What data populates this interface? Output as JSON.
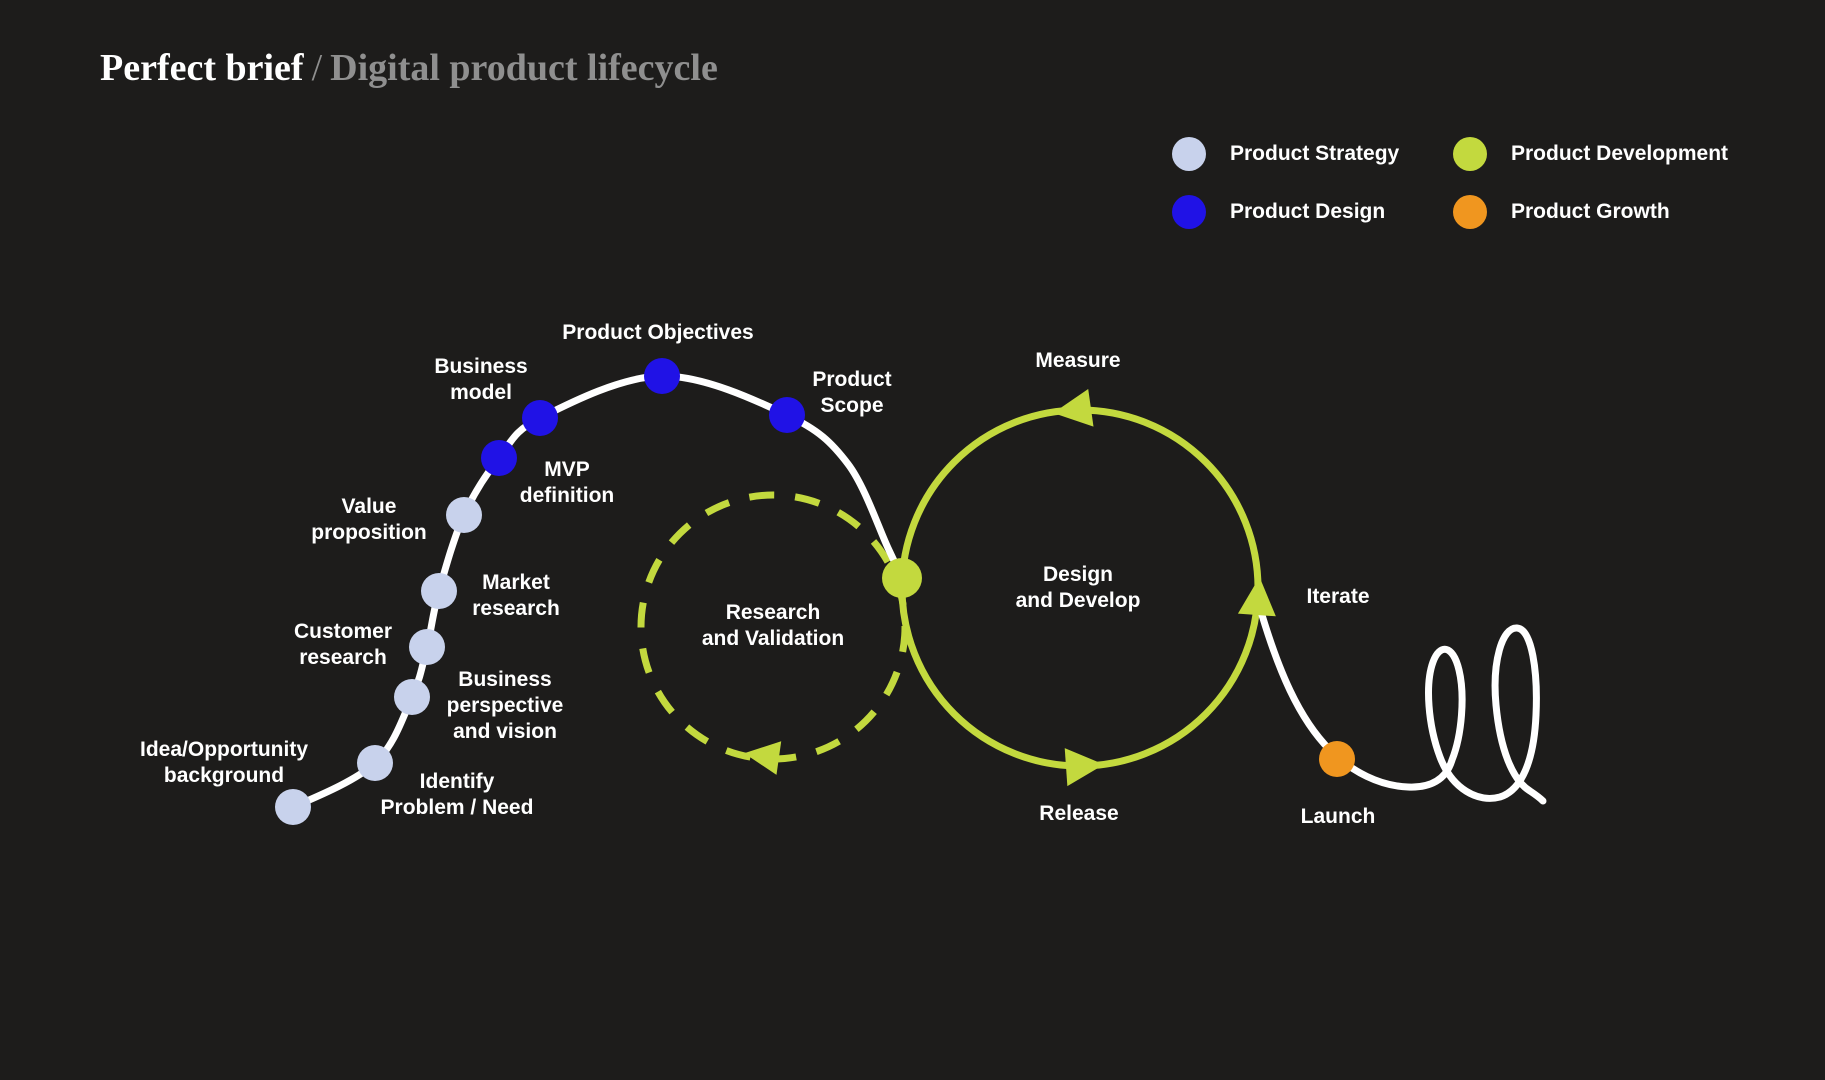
{
  "header": {
    "title": "Perfect brief",
    "separator": "/",
    "subtitle": "Digital product lifecycle"
  },
  "legend": {
    "items": [
      {
        "label": "Product Strategy",
        "color": "#c8d2ec"
      },
      {
        "label": "Product Design",
        "color": "#2012e6"
      },
      {
        "label": "Product Development",
        "color": "#c3d93e"
      },
      {
        "label": "Product Growth",
        "color": "#f0961f"
      }
    ]
  },
  "diagram": {
    "nodes": [
      {
        "id": "idea-opportunity-background",
        "label": "Idea/Opportunity\nbackground",
        "category": "Product Strategy"
      },
      {
        "id": "identify-problem-need",
        "label": "Identify\nProblem / Need",
        "category": "Product Strategy"
      },
      {
        "id": "business-perspective-vision",
        "label": "Business\nperspective\nand vision",
        "category": "Product Strategy"
      },
      {
        "id": "customer-research",
        "label": "Customer\nresearch",
        "category": "Product Strategy"
      },
      {
        "id": "market-research",
        "label": "Market\nresearch",
        "category": "Product Strategy"
      },
      {
        "id": "value-proposition",
        "label": "Value\nproposition",
        "category": "Product Strategy"
      },
      {
        "id": "mvp-definition",
        "label": "MVP\ndefinition",
        "category": "Product Design"
      },
      {
        "id": "business-model",
        "label": "Business\nmodel",
        "category": "Product Design"
      },
      {
        "id": "product-objectives",
        "label": "Product Objectives",
        "category": "Product Design"
      },
      {
        "id": "product-scope",
        "label": "Product\nScope",
        "category": "Product Design"
      }
    ],
    "research_cycle": {
      "label": "Research\nand Validation"
    },
    "build_cycle": {
      "center_label": "Design\nand Develop",
      "top_label": "Measure",
      "bottom_label": "Release",
      "right_label": "Iterate"
    },
    "launch_label": "Launch"
  },
  "colors": {
    "background": "#1d1c1b",
    "white": "#ffffff",
    "strategy": "#c8d2ec",
    "design": "#2012e6",
    "development": "#c3d93e",
    "growth": "#f0961f",
    "subtitle_gray": "#8f8f8f"
  }
}
